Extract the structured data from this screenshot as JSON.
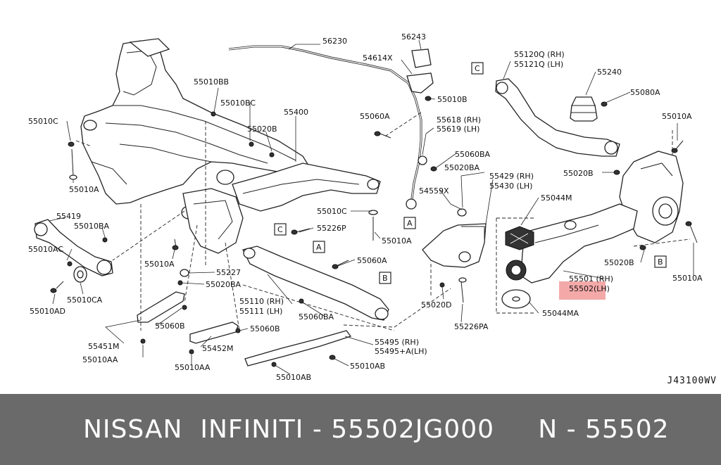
{
  "labels": {
    "l56230": "56230",
    "l56243": "56243",
    "l54614x": "54614X",
    "l55010b": "55010B",
    "l55010bb": "55010BB",
    "l55010bc": "55010BC",
    "l55020b_top": "55020B",
    "l55400": "55400",
    "l55060a_mid": "55060A",
    "l55618": "55618 (RH)",
    "l55619": "55619 (LH)",
    "l55060ba_top": "55060BA",
    "l55020ba_top": "55020BA",
    "l55120q": "55120Q (RH)",
    "l55121q": "55121Q (LH)",
    "l55240": "55240",
    "l55080a": "55080A",
    "l55010a_right_top": "55010A",
    "l55020b_right": "55020B",
    "l55010c": "55010C",
    "l55010a_left": "55010A",
    "l55419": "55419",
    "l55010ba": "55010BA",
    "l55010ac": "55010AC",
    "l55010a_left2": "55010A",
    "l55010ca": "55010CA",
    "l55010ad": "55010AD",
    "l54559x": "54559X",
    "l55429": "55429 (RH)",
    "l55430": "55430 (LH)",
    "l55044m": "55044M",
    "l55010c_mid": "55010C",
    "l55226p": "55226P",
    "l55010a_mid": "55010A",
    "l55060a_low": "55060A",
    "l55227": "55227",
    "l55020ba_low": "55020BA",
    "l55110": "55110 (RH)",
    "l55111": "55111 (LH)",
    "l55060ba_low": "55060BA",
    "l55501": "55501 (RH)",
    "l55502": "55502(LH)",
    "l55020b_low": "55020B",
    "l55010a_right_low": "55010A",
    "l55020d": "55020D",
    "l55226pa": "55226PA",
    "l55044ma": "55044MA",
    "l55060b_left": "55060B",
    "l55451m": "55451M",
    "l55010aa_left": "55010AA",
    "l55060b_mid": "55060B",
    "l55452m": "55452M",
    "l55010aa_mid": "55010AA",
    "l55495": "55495 (RH)",
    "l55495a": "55495+A(LH)",
    "l55010ab_right": "55010AB",
    "l55010ab_low": "55010AB",
    "callout_a": "A",
    "callout_b": "B",
    "callout_c": "C"
  },
  "diagram_code": "J43100WV",
  "footer": {
    "text": "NISSAN  INFINITI - 55502JG000     N - 55502"
  },
  "colors": {
    "footer_bg": "#6a6a6a",
    "footer_text": "#ffffff",
    "highlight": "#f4a9a9"
  }
}
